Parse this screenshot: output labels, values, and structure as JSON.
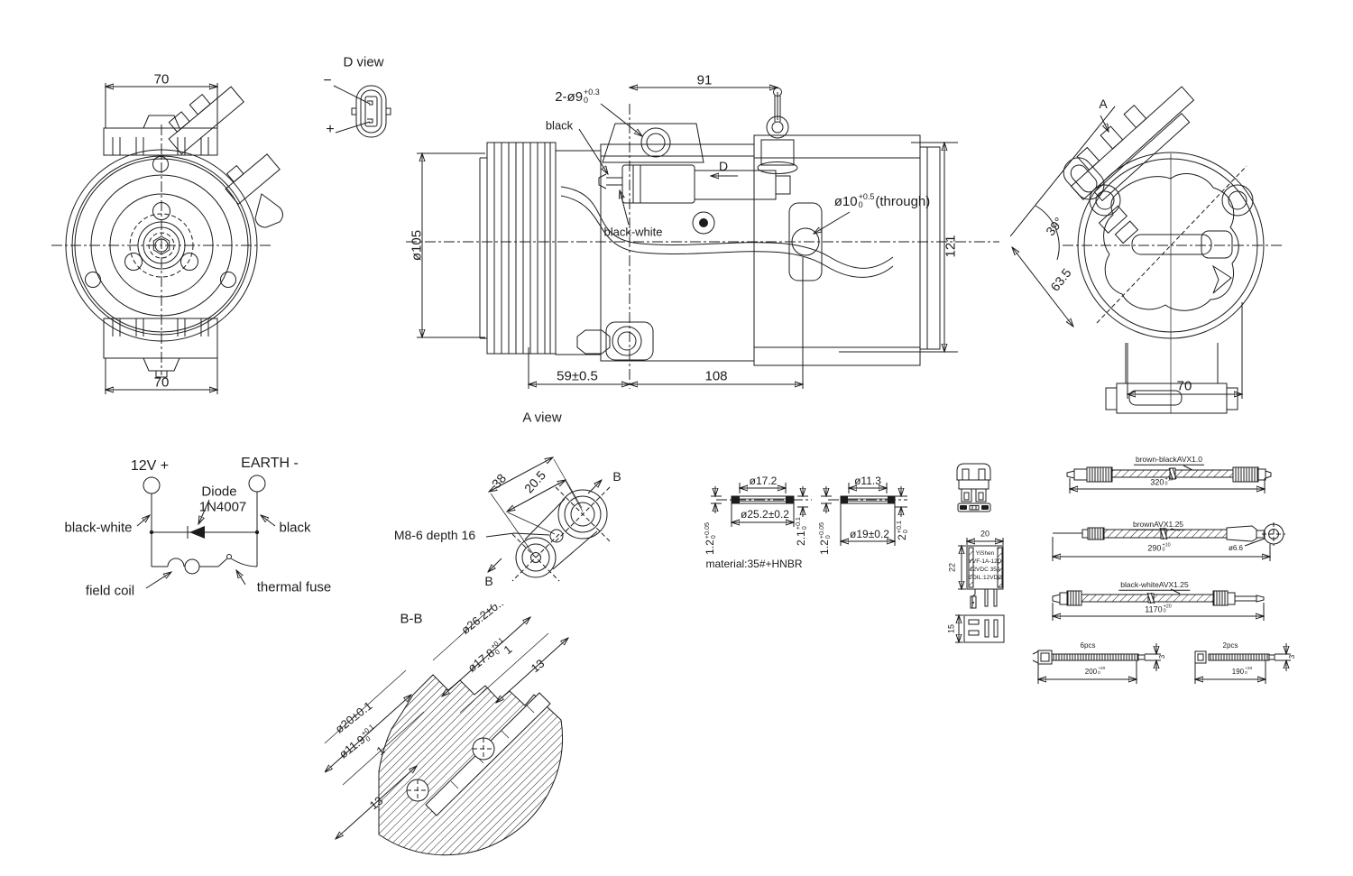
{
  "drawing": {
    "colors": {
      "line": "#1c1c1c",
      "background": "#ffffff"
    },
    "front_view": {
      "dim_top": "70",
      "dim_bottom": "70"
    },
    "d_view": {
      "title": "D view",
      "terminal_minus": "−",
      "terminal_plus": "+"
    },
    "side_view": {
      "caption": "A view",
      "view_arrow": "D",
      "dim_width_top": "91",
      "dim_mount_holes": "2-ø9",
      "dim_mount_holes_tol_up": "+0.3",
      "dim_mount_holes_tol_dn": "0",
      "wire_black": "black",
      "wire_black_white": "black-white",
      "dim_pulley_dia": "ø105",
      "dim_bore": "ø10",
      "dim_bore_tol_up": "+0.5",
      "dim_bore_tol_dn": "0",
      "dim_bore_note": "(through)",
      "dim_height": "121",
      "dim_front_len": "59±0.5",
      "dim_rear_len": "108"
    },
    "rear_view": {
      "view_arrow": "A",
      "dim_angle": "39°",
      "dim_diagonal": "63.5",
      "dim_bottom": "70"
    },
    "circuit": {
      "terminal_positive": "12V +",
      "terminal_negative": "EARTH -",
      "diode_name": "Diode",
      "diode_type": "1N4007",
      "wire_positive": "black-white",
      "wire_negative": "black",
      "coil_label": "field coil",
      "fuse_label": "thermal fuse"
    },
    "m8_view": {
      "thread_note": "M8-6 depth 16",
      "dim_span": "38",
      "dim_offset": "20.5",
      "section_arrow_top": "B",
      "section_arrow_bottom": "B"
    },
    "bb_section": {
      "title": "B-B",
      "dim_od_right": "ø26.2±0.1",
      "dim_id_right": "ø17.8",
      "dim_id_right_tol_up": "+0.1",
      "dim_id_right_tol_dn": "0",
      "dim_step_right": "1",
      "dim_depth_right": "13",
      "dim_od_left": "ø20±0.1",
      "dim_id_left": "ø11.9",
      "dim_id_left_tol_up": "+0.1",
      "dim_id_left_tol_dn": "0",
      "dim_step_left": "1",
      "dim_depth_left": "13"
    },
    "washers": {
      "material_note": "material:35#+HNBR",
      "left": {
        "dim_id": "ø17.2",
        "dim_od": "ø25.2±0.2",
        "dim_thickness": "1.2",
        "dim_thickness_tol_up": "+0.05",
        "dim_thickness_tol_dn": "0",
        "dim_height": "2.1",
        "dim_height_tol_up": "+0.1",
        "dim_height_tol_dn": "0"
      },
      "right": {
        "dim_id": "ø11.3",
        "dim_od": "ø19±0.2",
        "dim_thickness": "1.2",
        "dim_thickness_tol_up": "+0.05",
        "dim_thickness_tol_dn": "0",
        "dim_height": "2",
        "dim_height_tol_up": "+0.1",
        "dim_height_tol_dn": "0"
      }
    },
    "relay": {
      "dim_width": "20",
      "dim_height": "22",
      "dim_socket_height": "15",
      "label_line1": "YiShen",
      "label_line2": "YVF-1A-12D",
      "label_line3": "12VDC 35A",
      "label_line4": "COIL:12VDC"
    },
    "cables": [
      {
        "label": "brown-blackAVX1.0",
        "length": "320",
        "length_tol_up": "+10",
        "length_tol_dn": "0"
      },
      {
        "label": "brownAVX1.25",
        "length": "290",
        "length_tol_up": "+10",
        "length_tol_dn": "0",
        "ring_dia": "ø6.6"
      },
      {
        "label": "black-whiteAVX1.25",
        "length": "1170",
        "length_tol_up": "+20",
        "length_tol_dn": "0"
      }
    ],
    "cable_ties": [
      {
        "qty": "6pcs",
        "length": "200",
        "length_tol_up": "+20",
        "length_tol_dn": "0",
        "dim_width": "3"
      },
      {
        "qty": "2pcs",
        "length": "190",
        "length_tol_up": "+20",
        "length_tol_dn": "0",
        "dim_width": "3"
      }
    ]
  }
}
